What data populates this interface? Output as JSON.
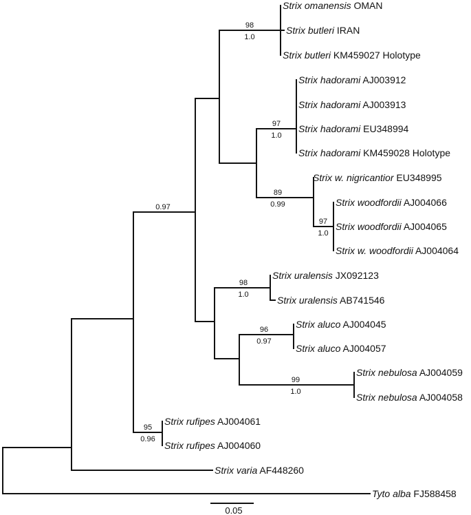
{
  "tree": {
    "taxa": [
      {
        "genus": "Strix",
        "species": "omanensis",
        "code": "OMAN"
      },
      {
        "genus": "Strix",
        "species": "butleri",
        "code": "IRAN"
      },
      {
        "genus": "Strix",
        "species": "butleri",
        "code": "KM459027 Holotype"
      },
      {
        "genus": "Strix",
        "species": "hadorami",
        "code": "AJ003912"
      },
      {
        "genus": "Strix",
        "species": "hadorami",
        "code": "AJ003913"
      },
      {
        "genus": "Strix",
        "species": "hadorami",
        "code": "EU348994"
      },
      {
        "genus": "Strix",
        "species": "hadorami",
        "code": "KM459028 Holotype"
      },
      {
        "genus": "Strix",
        "species": "w. nigricantior",
        "code": "EU348995"
      },
      {
        "genus": "Strix",
        "species": "woodfordii",
        "code": "AJ004066"
      },
      {
        "genus": "Strix",
        "species": "woodfordii",
        "code": "AJ004065"
      },
      {
        "genus": "Strix",
        "species": "w. woodfordii",
        "code": "AJ004064"
      },
      {
        "genus": "Strix",
        "species": "uralensis",
        "code": "JX092123"
      },
      {
        "genus": "Strix",
        "species": "uralensis",
        "code": "AB741546"
      },
      {
        "genus": "Strix",
        "species": "aluco",
        "code": "AJ004045"
      },
      {
        "genus": "Strix",
        "species": "aluco",
        "code": "AJ004057"
      },
      {
        "genus": "Strix",
        "species": "nebulosa",
        "code": "AJ004059"
      },
      {
        "genus": "Strix",
        "species": "nebulosa",
        "code": "AJ004058"
      },
      {
        "genus": "Strix",
        "species": "rufipes",
        "code": "AJ004061"
      },
      {
        "genus": "Strix",
        "species": "rufipes",
        "code": "AJ004060"
      },
      {
        "genus": "Strix",
        "species": "varia",
        "code": "AF448260"
      },
      {
        "genus": "Tyto",
        "species": "alba",
        "code": "FJ588458"
      }
    ],
    "supports": [
      {
        "clade": "omanensis-butleri",
        "bootstrap": "98",
        "posterior": "1.0"
      },
      {
        "clade": "hadorami",
        "bootstrap": "97",
        "posterior": "1.0"
      },
      {
        "clade": "woodfordii-complex",
        "bootstrap": "89",
        "posterior": "0.99"
      },
      {
        "clade": "woodfordii",
        "bootstrap": "97",
        "posterior": "1.0"
      },
      {
        "clade": "uralensis",
        "bootstrap": "98",
        "posterior": "1.0"
      },
      {
        "clade": "aluco",
        "bootstrap": "96",
        "posterior": "0.97"
      },
      {
        "clade": "nebulosa",
        "bootstrap": "99",
        "posterior": "1.0"
      },
      {
        "clade": "rufipes",
        "bootstrap": "95",
        "posterior": "0.96"
      },
      {
        "clade": "strix-ingroup",
        "bootstrap": "",
        "posterior": "0.97"
      }
    ],
    "scale_bar": {
      "label": "0.05"
    }
  }
}
